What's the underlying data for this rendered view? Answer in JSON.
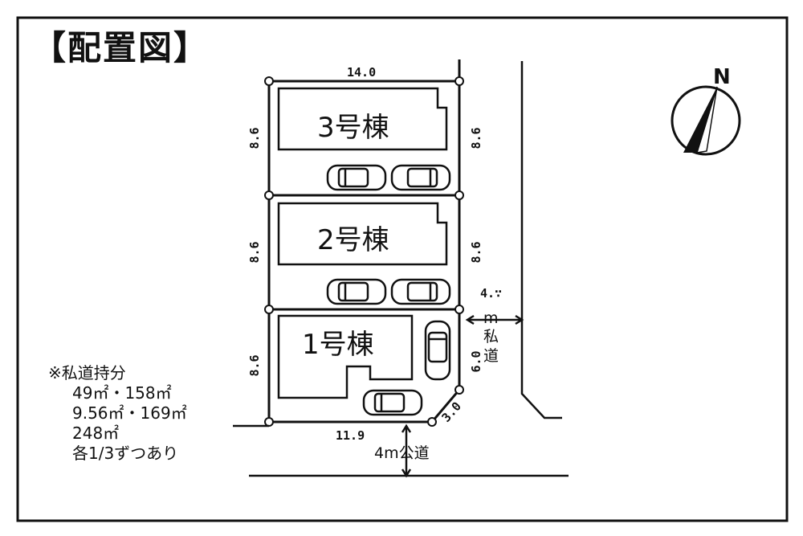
{
  "title": "【配置図】",
  "buildings": {
    "b1": "1号棟",
    "b2": "2号棟",
    "b3": "3号棟"
  },
  "dimensions": {
    "top_width": "14.0",
    "bottom_width": "11.9",
    "lot_depth": "8.6",
    "corner_cut": "3.0",
    "private_road_depth": "6.0",
    "private_road_width": "4.∵"
  },
  "roads": {
    "private_road_width_unit": "m",
    "private_road_label": "私道",
    "public_road": "4m公道"
  },
  "compass": {
    "north": "N"
  },
  "note": {
    "heading": "※私道持分",
    "line1": "49㎡・158㎡",
    "line2": "9.56㎡・169㎡",
    "line3": "248㎡",
    "line4": "各1/3ずつあり"
  },
  "colors": {
    "ink": "#111111",
    "background": "#ffffff"
  }
}
